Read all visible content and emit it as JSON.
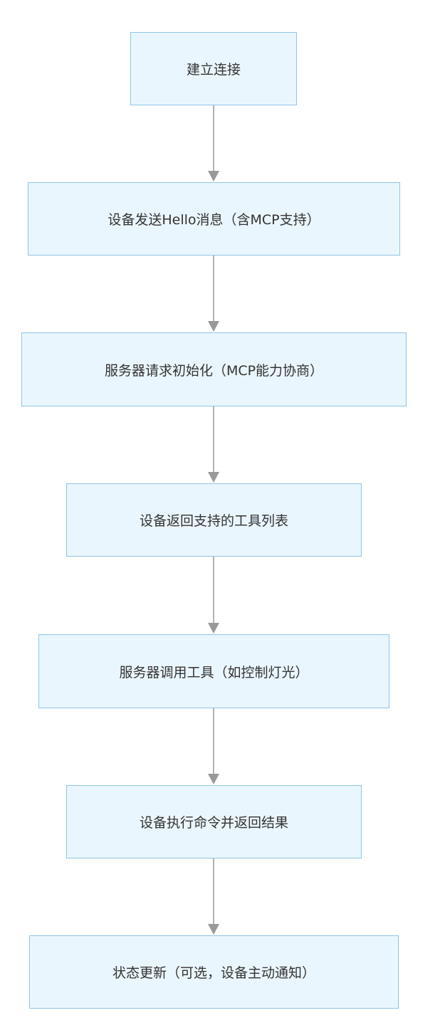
{
  "flow": {
    "steps": [
      "建立连接",
      "设备发送Hello消息（含MCP支持）",
      "服务器请求初始化（MCP能力协商）",
      "设备返回支持的工具列表",
      "服务器调用工具（如控制灯光）",
      "设备执行命令并返回结果",
      "状态更新（可选，设备主动通知）"
    ]
  },
  "colors": {
    "node_fill": "#eaf6fd",
    "node_border": "#8ec5e8",
    "arrow": "#999999",
    "text": "#333333"
  }
}
